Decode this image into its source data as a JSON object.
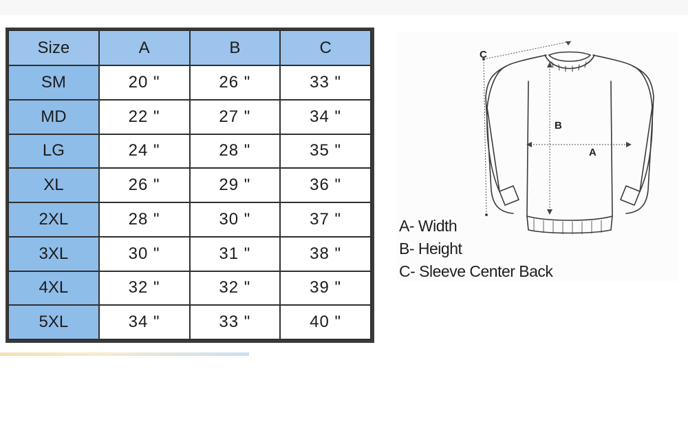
{
  "table": {
    "headers": [
      "Size",
      "A",
      "B",
      "C"
    ],
    "rows": [
      {
        "size": "SM",
        "a": "20 \"",
        "b": "26 \"",
        "c": "33 \""
      },
      {
        "size": "MD",
        "a": "22 \"",
        "b": "27 \"",
        "c": "34 \""
      },
      {
        "size": "LG",
        "a": "24 \"",
        "b": "28 \"",
        "c": "35 \""
      },
      {
        "size": "XL",
        "a": "26 \"",
        "b": "29 \"",
        "c": "36 \""
      },
      {
        "size": "2XL",
        "a": "28 \"",
        "b": "30 \"",
        "c": "37 \""
      },
      {
        "size": "3XL",
        "a": "30 \"",
        "b": "31 \"",
        "c": "38 \""
      },
      {
        "size": "4XL",
        "a": "32 \"",
        "b": "32 \"",
        "c": "39 \""
      },
      {
        "size": "5XL",
        "a": "34 \"",
        "b": "33 \"",
        "c": "40 \""
      }
    ]
  },
  "diagram": {
    "label_a": "A",
    "label_b": "B",
    "label_c": "C",
    "icon": "sweatshirt-outline-icon"
  },
  "legend": {
    "a": "A- Width",
    "b": "B- Height",
    "c": "C- Sleeve Center Back"
  },
  "colors": {
    "header_fill": "#9cc4ec",
    "size_column_fill": "#8fbde9",
    "border": "#2f2f2f"
  }
}
